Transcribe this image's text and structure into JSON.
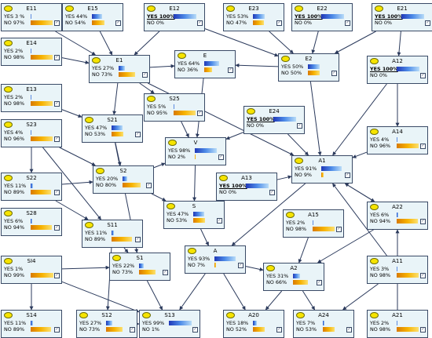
{
  "nodes": [
    {
      "id": "E11",
      "title": "E11",
      "yes": "YES  3 %",
      "no": "NO   97%",
      "yes_pct": 3,
      "no_pct": 97
    },
    {
      "id": "E15",
      "title": "E15",
      "yes": "YES 44%",
      "no": "NO   54%",
      "yes_pct": 44,
      "no_pct": 54
    },
    {
      "id": "E12",
      "title": "E12",
      "yes": "YES 100%",
      "no": "NO     0%",
      "yes_pct": 100,
      "no_pct": 0,
      "yes_underline": true
    },
    {
      "id": "E23",
      "title": "E23",
      "yes": "YES 53%",
      "no": "NO   47%",
      "yes_pct": 53,
      "no_pct": 47
    },
    {
      "id": "E22",
      "title": "E22",
      "yes": "YES 100%",
      "no": "NO     0%",
      "yes_pct": 100,
      "no_pct": 0,
      "yes_underline": true
    },
    {
      "id": "E21",
      "title": "E21",
      "yes": "YES 100%",
      "no": "NO     0%",
      "yes_pct": 100,
      "no_pct": 0,
      "yes_underline": true
    },
    {
      "id": "E14",
      "title": "E14",
      "yes": "YES  2%",
      "no": "NO   98%",
      "yes_pct": 2,
      "no_pct": 98
    },
    {
      "id": "E1",
      "title": "E1",
      "yes": "YES 27%",
      "no": "NO   73%",
      "yes_pct": 27,
      "no_pct": 73
    },
    {
      "id": "E",
      "title": "E",
      "yes": "YES 64%",
      "no": "NO   36%",
      "yes_pct": 64,
      "no_pct": 36
    },
    {
      "id": "E2",
      "title": "E2",
      "yes": "YES 50%",
      "no": "NO   50%",
      "yes_pct": 50,
      "no_pct": 50
    },
    {
      "id": "A12",
      "title": "A12",
      "yes": "YES 100%",
      "no": "NO     0%",
      "yes_pct": 100,
      "no_pct": 0,
      "yes_underline": true
    },
    {
      "id": "E13",
      "title": "E13",
      "yes": "YES  2%",
      "no": "NO   98%",
      "yes_pct": 2,
      "no_pct": 98
    },
    {
      "id": "S25",
      "title": "S25",
      "yes": "YES  5%",
      "no": "NO   95%",
      "yes_pct": 5,
      "no_pct": 95
    },
    {
      "id": "E24",
      "title": "E24",
      "yes": "YES 100%",
      "no": "NO     0%",
      "yes_pct": 100,
      "no_pct": 0,
      "yes_underline": true
    },
    {
      "id": "S21",
      "title": "S21",
      "yes": "YES 47%",
      "no": "NO   53%",
      "yes_pct": 47,
      "no_pct": 53
    },
    {
      "id": "S23",
      "title": "S23",
      "yes": "YES  4%",
      "no": "NO   96%",
      "yes_pct": 4,
      "no_pct": 96
    },
    {
      "id": "V",
      "title": "V",
      "yes": "YES 98%",
      "no": "NO    2%",
      "yes_pct": 98,
      "no_pct": 2
    },
    {
      "id": "A14",
      "title": "A14",
      "yes": "YES  4%",
      "no": "NO   96%",
      "yes_pct": 4,
      "no_pct": 96
    },
    {
      "id": "A1",
      "title": "A1",
      "yes": "YES 91%",
      "no": "NO    9%",
      "yes_pct": 91,
      "no_pct": 9
    },
    {
      "id": "S22",
      "title": "S22",
      "yes": "YES 11%",
      "no": "NO   89%",
      "yes_pct": 11,
      "no_pct": 89
    },
    {
      "id": "S2",
      "title": "S2",
      "yes": "YES 20%",
      "no": "NO   80%",
      "yes_pct": 20,
      "no_pct": 80
    },
    {
      "id": "A13",
      "title": "A13",
      "yes": "YES 100%",
      "no": "NO     0%",
      "yes_pct": 100,
      "no_pct": 0,
      "yes_underline": true
    },
    {
      "id": "S28",
      "title": "S28",
      "yes": "YES  6%",
      "no": "NO   94%",
      "yes_pct": 6,
      "no_pct": 94
    },
    {
      "id": "S",
      "title": "S",
      "yes": "YES 47%",
      "no": "NO   53%",
      "yes_pct": 47,
      "no_pct": 53
    },
    {
      "id": "A15",
      "title": "A15",
      "yes": "YES  2%",
      "no": "NO   98%",
      "yes_pct": 2,
      "no_pct": 98
    },
    {
      "id": "A22",
      "title": "A22",
      "yes": "YES  6%",
      "no": "NO   94%",
      "yes_pct": 6,
      "no_pct": 94
    },
    {
      "id": "S11",
      "title": "S11",
      "yes": "YES 11%",
      "no": "NO   89%",
      "yes_pct": 11,
      "no_pct": 89
    },
    {
      "id": "S14",
      "title": "SI4",
      "yes": "YES  1%",
      "no": "NO   99%",
      "yes_pct": 1,
      "no_pct": 99
    },
    {
      "id": "A",
      "title": "A",
      "yes": "YES 93%",
      "no": "NO    7%",
      "yes_pct": 93,
      "no_pct": 7
    },
    {
      "id": "S1",
      "title": "S1",
      "yes": "YES 22%",
      "no": "NO   73%",
      "yes_pct": 22,
      "no_pct": 73
    },
    {
      "id": "A2",
      "title": "A2",
      "yes": "YES 31%",
      "no": "NO   66%",
      "yes_pct": 31,
      "no_pct": 66
    },
    {
      "id": "A11",
      "title": "A11",
      "yes": "YES  3%",
      "no": "NO   98%",
      "yes_pct": 3,
      "no_pct": 98
    },
    {
      "id": "S4",
      "title": "S14",
      "yes": "YES 11%",
      "no": "NO   89%",
      "yes_pct": 11,
      "no_pct": 89
    },
    {
      "id": "S12",
      "title": "S12",
      "yes": "YES 27%",
      "no": "NO   73%",
      "yes_pct": 27,
      "no_pct": 73
    },
    {
      "id": "S13",
      "title": "S13",
      "yes": "YES 99%",
      "no": "NO    1%",
      "yes_pct": 99,
      "no_pct": 1
    },
    {
      "id": "A20",
      "title": "A20",
      "yes": "YES 18%",
      "no": "NO   52%",
      "yes_pct": 18,
      "no_pct": 52
    },
    {
      "id": "A24",
      "title": "A24",
      "yes": "YES  7%",
      "no": "NO   53%",
      "yes_pct": 7,
      "no_pct": 53
    },
    {
      "id": "A21",
      "title": "A21",
      "yes": "YES  2%",
      "no": "NO   98%",
      "yes_pct": 2,
      "no_pct": 98
    }
  ],
  "edges": [
    [
      "E11",
      "E1"
    ],
    [
      "E15",
      "E1"
    ],
    [
      "E12",
      "E1"
    ],
    [
      "E12",
      "E2"
    ],
    [
      "E23",
      "E2"
    ],
    [
      "E22",
      "E2"
    ],
    [
      "E21",
      "E2"
    ],
    [
      "E21",
      "A12"
    ],
    [
      "E14",
      "E1"
    ],
    [
      "E1",
      "E"
    ],
    [
      "E2",
      "E"
    ],
    [
      "E1",
      "S21"
    ],
    [
      "E1",
      "S25"
    ],
    [
      "E13",
      "S21"
    ],
    [
      "S25",
      "V"
    ],
    [
      "E",
      "V"
    ],
    [
      "E2",
      "A1"
    ],
    [
      "E24",
      "A1"
    ],
    [
      "E24",
      "V"
    ],
    [
      "A12",
      "A14"
    ],
    [
      "A12",
      "A1"
    ],
    [
      "A14",
      "A1"
    ],
    [
      "S21",
      "S2"
    ],
    [
      "S23",
      "S22"
    ],
    [
      "S23",
      "S2"
    ],
    [
      "S23",
      "S11"
    ],
    [
      "S2",
      "V"
    ],
    [
      "S2",
      "S"
    ],
    [
      "S22",
      "S2"
    ],
    [
      "S22",
      "S11"
    ],
    [
      "V",
      "S"
    ],
    [
      "S",
      "A"
    ],
    [
      "A13",
      "A1"
    ],
    [
      "A1",
      "A"
    ],
    [
      "A1",
      "A22"
    ],
    [
      "A15",
      "A2"
    ],
    [
      "A22",
      "A2"
    ],
    [
      "A22",
      "A1"
    ],
    [
      "A11",
      "A1"
    ],
    [
      "A11",
      "A24"
    ],
    [
      "S11",
      "S1"
    ],
    [
      "S14",
      "S1"
    ],
    [
      "S14",
      "S4"
    ],
    [
      "S14",
      "S13"
    ],
    [
      "S1",
      "S13"
    ],
    [
      "S12",
      "S13"
    ],
    [
      "A",
      "A2"
    ],
    [
      "A",
      "S13"
    ],
    [
      "A",
      "A20"
    ],
    [
      "A2",
      "A24"
    ],
    [
      "A2",
      "A20"
    ],
    [
      "A21",
      "A22"
    ],
    [
      "S21",
      "S1"
    ],
    [
      "E1",
      "A1"
    ],
    [
      "S11",
      "S12"
    ]
  ]
}
